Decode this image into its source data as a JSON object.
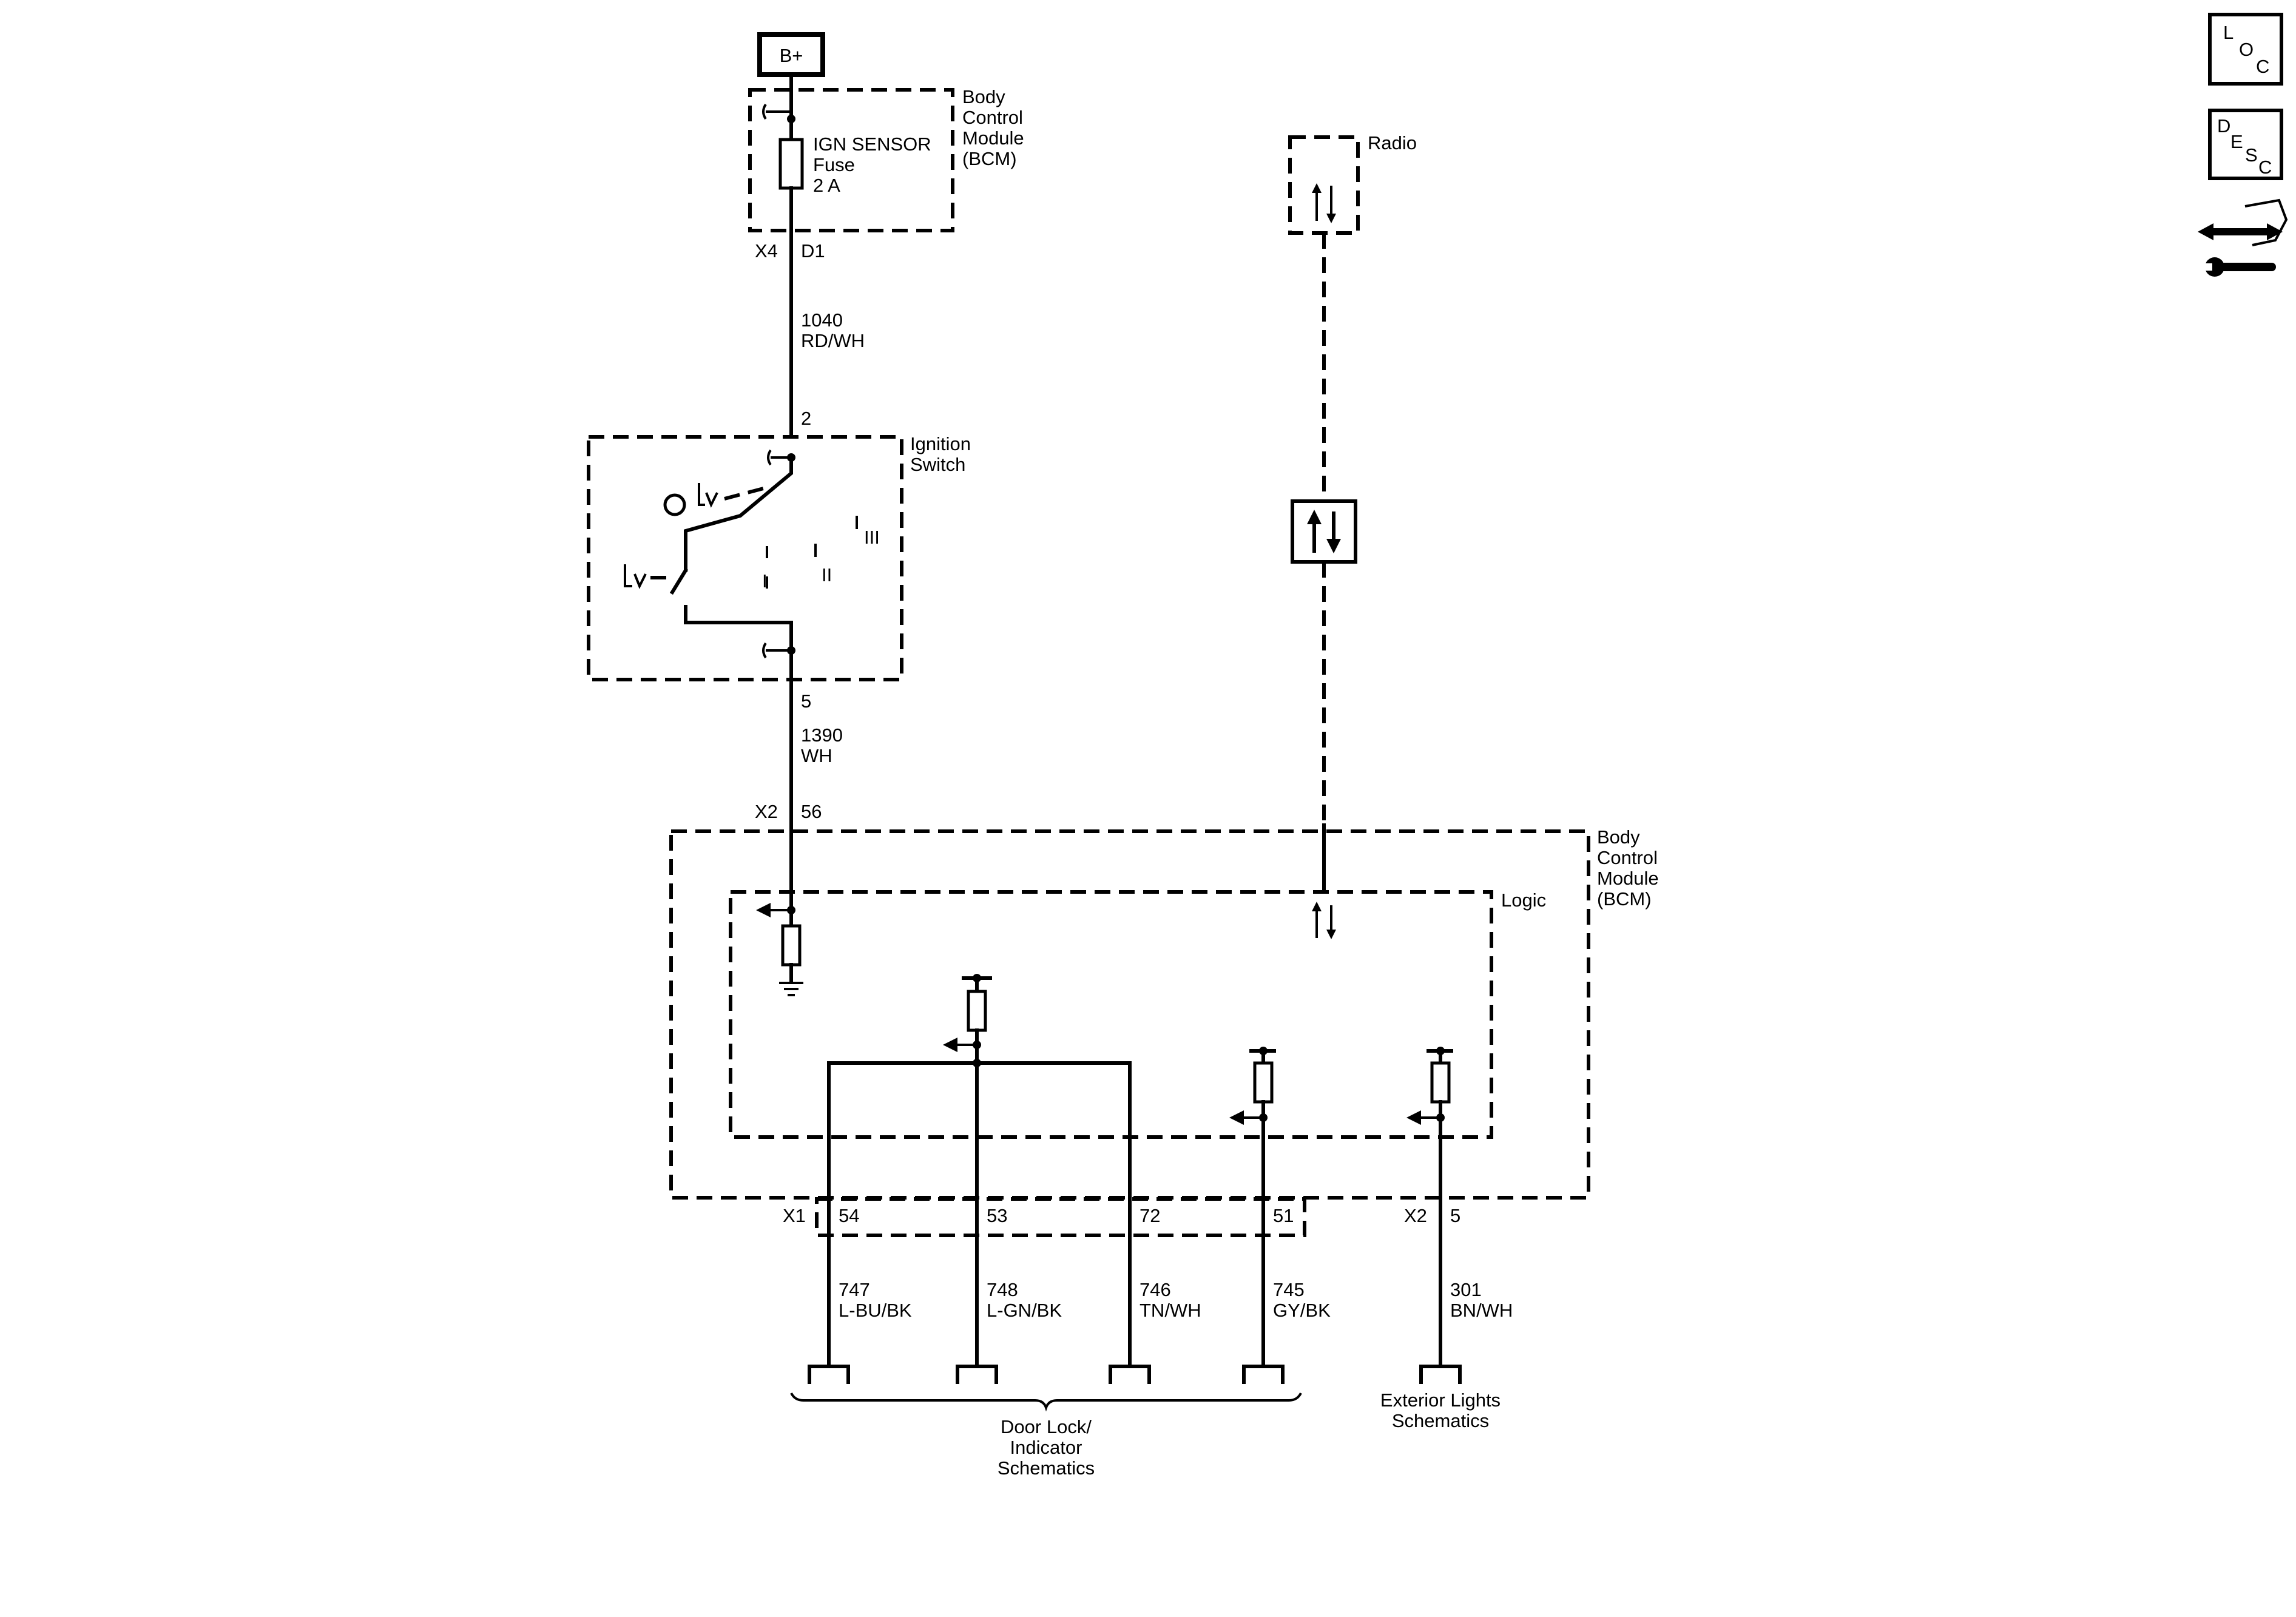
{
  "power": {
    "label": "B+"
  },
  "bcm_top": {
    "label_lines": [
      "Body",
      "Control",
      "Module",
      "(BCM)"
    ],
    "fuse_lines": [
      "IGN SENSOR",
      "Fuse",
      "2 A"
    ],
    "connector": "X4",
    "pin": "D1"
  },
  "wire_1040": {
    "circuit": "1040",
    "color": "RD/WH"
  },
  "ignition_switch": {
    "label_lines": [
      "Ignition",
      "Switch"
    ],
    "pin_in": "2",
    "pin_out": "5",
    "positions": [
      "I",
      "II",
      "III"
    ]
  },
  "wire_1390": {
    "circuit": "1390",
    "color": "WH"
  },
  "bcm_bottom": {
    "label_lines": [
      "Body",
      "Control",
      "Module",
      "(BCM)"
    ],
    "logic_label": "Logic",
    "input_connector": "X2",
    "input_pin": "56"
  },
  "radio": {
    "label": "Radio"
  },
  "outputs": {
    "connector_x1": "X1",
    "connector_x2": "X2",
    "wires": [
      {
        "pin": "54",
        "circuit": "747",
        "color": "L-BU/BK"
      },
      {
        "pin": "53",
        "circuit": "748",
        "color": "L-GN/BK"
      },
      {
        "pin": "72",
        "circuit": "746",
        "color": "TN/WH"
      },
      {
        "pin": "51",
        "circuit": "745",
        "color": "GY/BK"
      },
      {
        "pin": "5",
        "circuit": "301",
        "color": "BN/WH"
      }
    ]
  },
  "destinations": {
    "door_lock_lines": [
      "Door Lock/",
      "Indicator",
      "Schematics"
    ],
    "exterior_lights_lines": [
      "Exterior Lights",
      "Schematics"
    ]
  },
  "side_icons": {
    "loc": [
      "L",
      "O",
      "C"
    ],
    "desc": [
      "D",
      "E",
      "S",
      "C"
    ],
    "repair_icon": "connector-repair-icon"
  }
}
